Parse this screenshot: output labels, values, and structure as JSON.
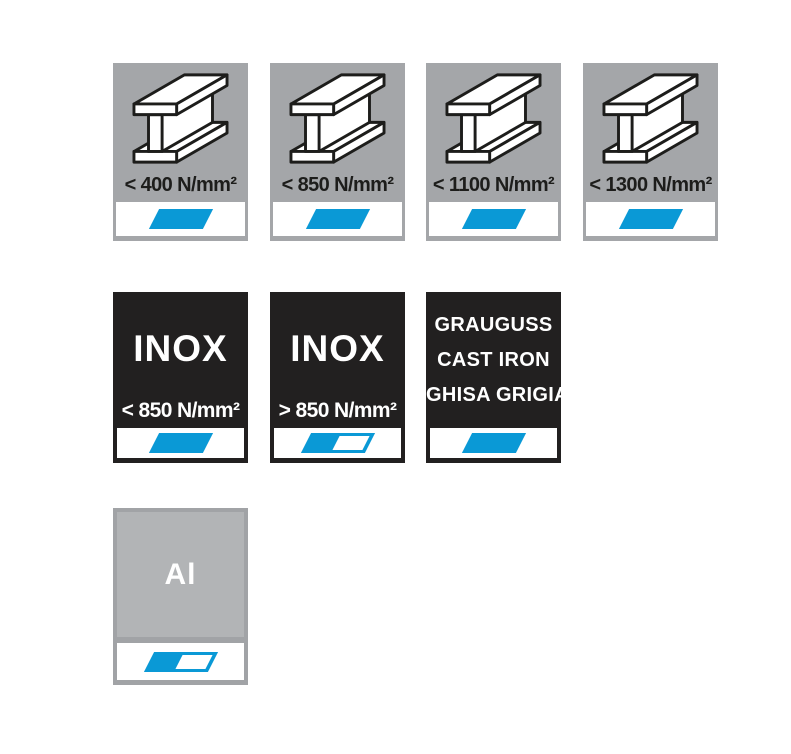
{
  "colors": {
    "tile_gray": "#a4a6a9",
    "tile_black": "#222020",
    "blue": "#0a99d6",
    "al_frame": "#a1a3a6",
    "al_fill": "#b2b4b6",
    "strip_white": "#ffffff",
    "label_dark": "#1d1d1b",
    "label_light": "#ffffff"
  },
  "tiles": [
    {
      "material": "steel",
      "label": "< 400 N/mm²",
      "marker": "full"
    },
    {
      "material": "steel",
      "label": "< 850 N/mm²",
      "marker": "full"
    },
    {
      "material": "steel",
      "label": "< 1100 N/mm²",
      "marker": "full"
    },
    {
      "material": "steel",
      "label": "< 1300 N/mm²",
      "marker": "full"
    },
    {
      "material": "inox",
      "title": "INOX",
      "label": "< 850 N/mm²",
      "marker": "full"
    },
    {
      "material": "inox",
      "title": "INOX",
      "label": "> 850 N/mm²",
      "marker": "half"
    },
    {
      "material": "cast-iron",
      "lines": [
        "GRAUGUSS",
        "CAST IRON",
        "GHISA GRIGIA"
      ],
      "marker": "full"
    },
    {
      "material": "aluminium",
      "title": "Al",
      "marker": "half"
    }
  ]
}
